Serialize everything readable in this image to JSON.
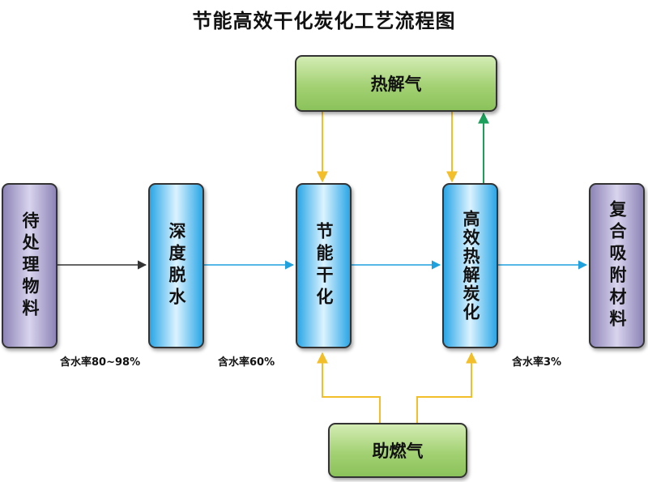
{
  "title": "节能高效干化炭化工艺流程图",
  "nodes": {
    "raw_material": "待处理物料",
    "dewatering": "深度脱水",
    "drying": "节能干化",
    "carbonization": "高效热解炭化",
    "product": "复合吸附材料",
    "pyrolysis_gas": "热解气",
    "auxiliary_fuel_gas": "助燃气"
  },
  "notes": {
    "moisture_raw": "含水率80~98%",
    "moisture_dewatered": "含水率60%",
    "moisture_product": "含水率3%"
  },
  "colors": {
    "main_flow": "#1ea1dd",
    "input_arrow": "#333333",
    "heat_flow": "#f2bf2a",
    "gas_out": "#1aa05a",
    "raw_box": "#b1a9d2",
    "process_box": "#7ccbf2",
    "gas_box": "#a3d173"
  }
}
